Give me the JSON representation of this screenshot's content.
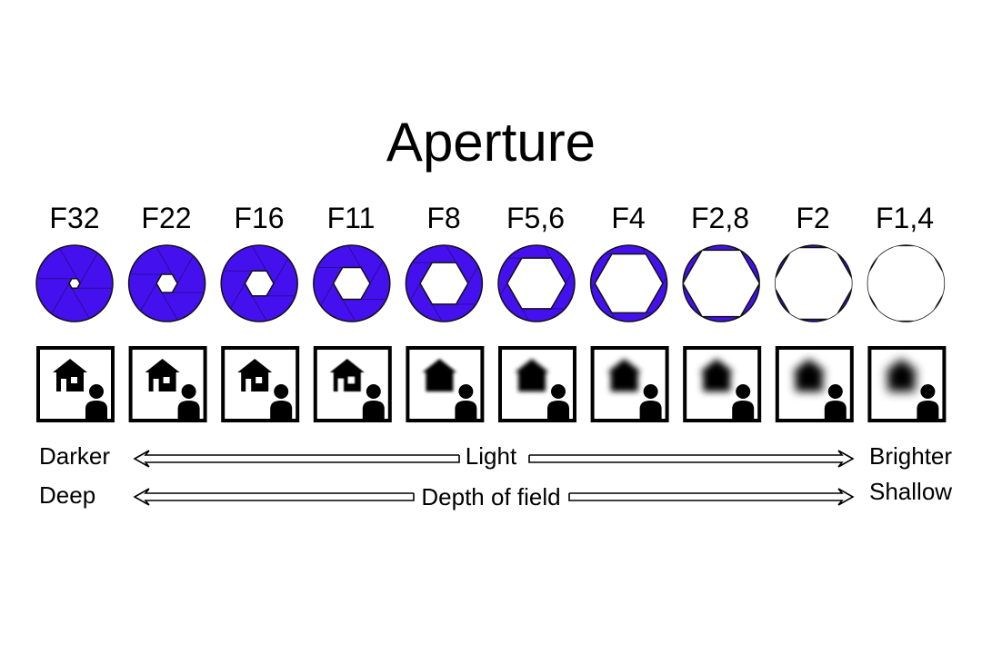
{
  "title": "Aperture",
  "colors": {
    "aperture_fill": "#4411ee",
    "stroke": "#111111",
    "opening": "#ffffff"
  },
  "f_stops": [
    {
      "label": "F32",
      "opening": 0.1,
      "blur": 0.0
    },
    {
      "label": "F22",
      "opening": 0.24,
      "blur": 0.0
    },
    {
      "label": "F16",
      "opening": 0.33,
      "blur": 0.3
    },
    {
      "label": "F11",
      "opening": 0.42,
      "blur": 0.6
    },
    {
      "label": "F8",
      "opening": 0.55,
      "blur": 1.5
    },
    {
      "label": "F5,6",
      "opening": 0.67,
      "blur": 2.4
    },
    {
      "label": "F4",
      "opening": 0.78,
      "blur": 3.2
    },
    {
      "label": "F2,8",
      "opening": 0.88,
      "blur": 4.0
    },
    {
      "label": "F2",
      "opening": 0.95,
      "blur": 4.8
    },
    {
      "label": "F1,4",
      "opening": 1.0,
      "blur": 5.5
    }
  ],
  "scales": [
    {
      "left": "Darker",
      "center": "Light",
      "right": "Brighter"
    },
    {
      "left": "Deep",
      "center": "Depth of field",
      "right": "Shallow"
    }
  ]
}
